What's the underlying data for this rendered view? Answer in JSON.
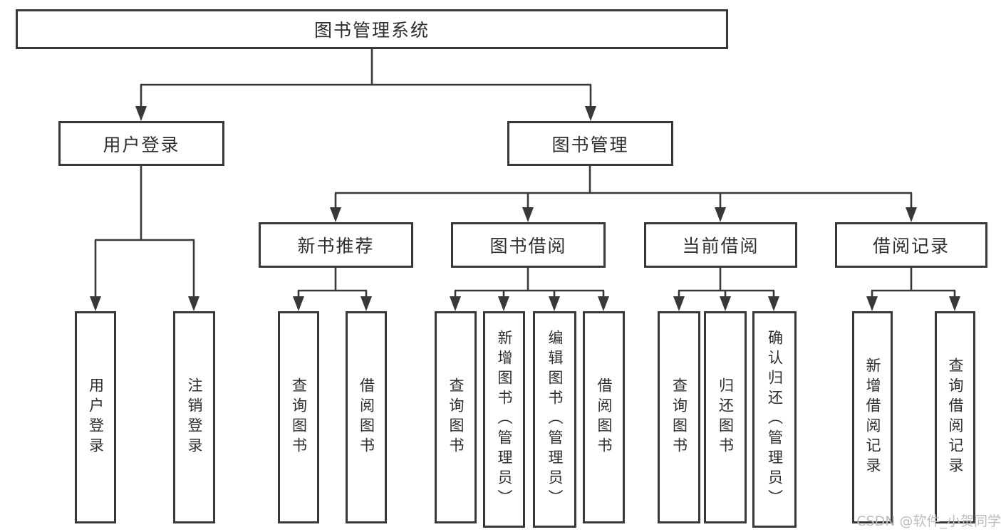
{
  "diagram_type": "functional-structure-chart",
  "colors": {
    "line": "#383838",
    "box_border": "#383838",
    "box_background": "#ffffff",
    "text": "#2e2e2e",
    "watermark": "#bdbdbd"
  },
  "tree": {
    "label": "图书管理系统",
    "children": [
      {
        "label": "用户登录",
        "children": [
          {
            "label": "用户登录"
          },
          {
            "label": "注销登录"
          }
        ]
      },
      {
        "label": "图书管理",
        "children": [
          {
            "label": "新书推荐",
            "children": [
              {
                "label": "查询图书"
              },
              {
                "label": "借阅图书"
              }
            ]
          },
          {
            "label": "图书借阅",
            "children": [
              {
                "label": "查询图书"
              },
              {
                "label": "新增图书（管理员）"
              },
              {
                "label": "编辑图书（管理员）"
              },
              {
                "label": "借阅图书"
              }
            ]
          },
          {
            "label": "当前借阅",
            "children": [
              {
                "label": "查询图书"
              },
              {
                "label": "归还图书"
              },
              {
                "label": "确认归还（管理员）"
              }
            ]
          },
          {
            "label": "借阅记录",
            "children": [
              {
                "label": "新增借阅记录"
              },
              {
                "label": "查询借阅记录"
              }
            ]
          }
        ]
      }
    ]
  },
  "watermark": {
    "text": "CSDN @软件_小贺同学"
  }
}
